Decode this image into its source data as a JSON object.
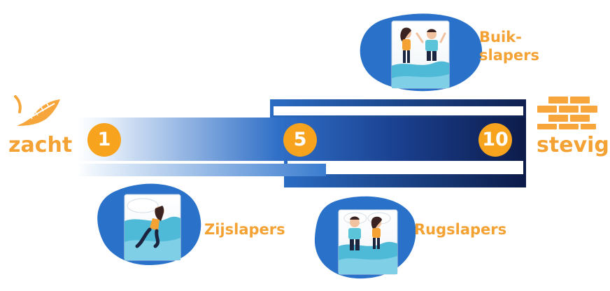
{
  "scale": {
    "soft_label": "zacht",
    "firm_label": "stevig",
    "markers": [
      "1",
      "5",
      "10"
    ]
  },
  "sleepers": {
    "stomach": {
      "line1": "Buik-",
      "line2": "slapers"
    },
    "side": {
      "label": "Zijslapers"
    },
    "back": {
      "label": "Rugslapers"
    }
  },
  "colors": {
    "accent_orange": "#f4a233",
    "marker_orange": "#f7a31e",
    "bar_blue": "#2f6fc7",
    "bar_navy": "#0d1b4a",
    "blob_blue": "#2a72c9",
    "mattress_teal": "#4fbad8"
  },
  "icons": {
    "soft": "feather-icon",
    "firm": "bricks-icon"
  }
}
